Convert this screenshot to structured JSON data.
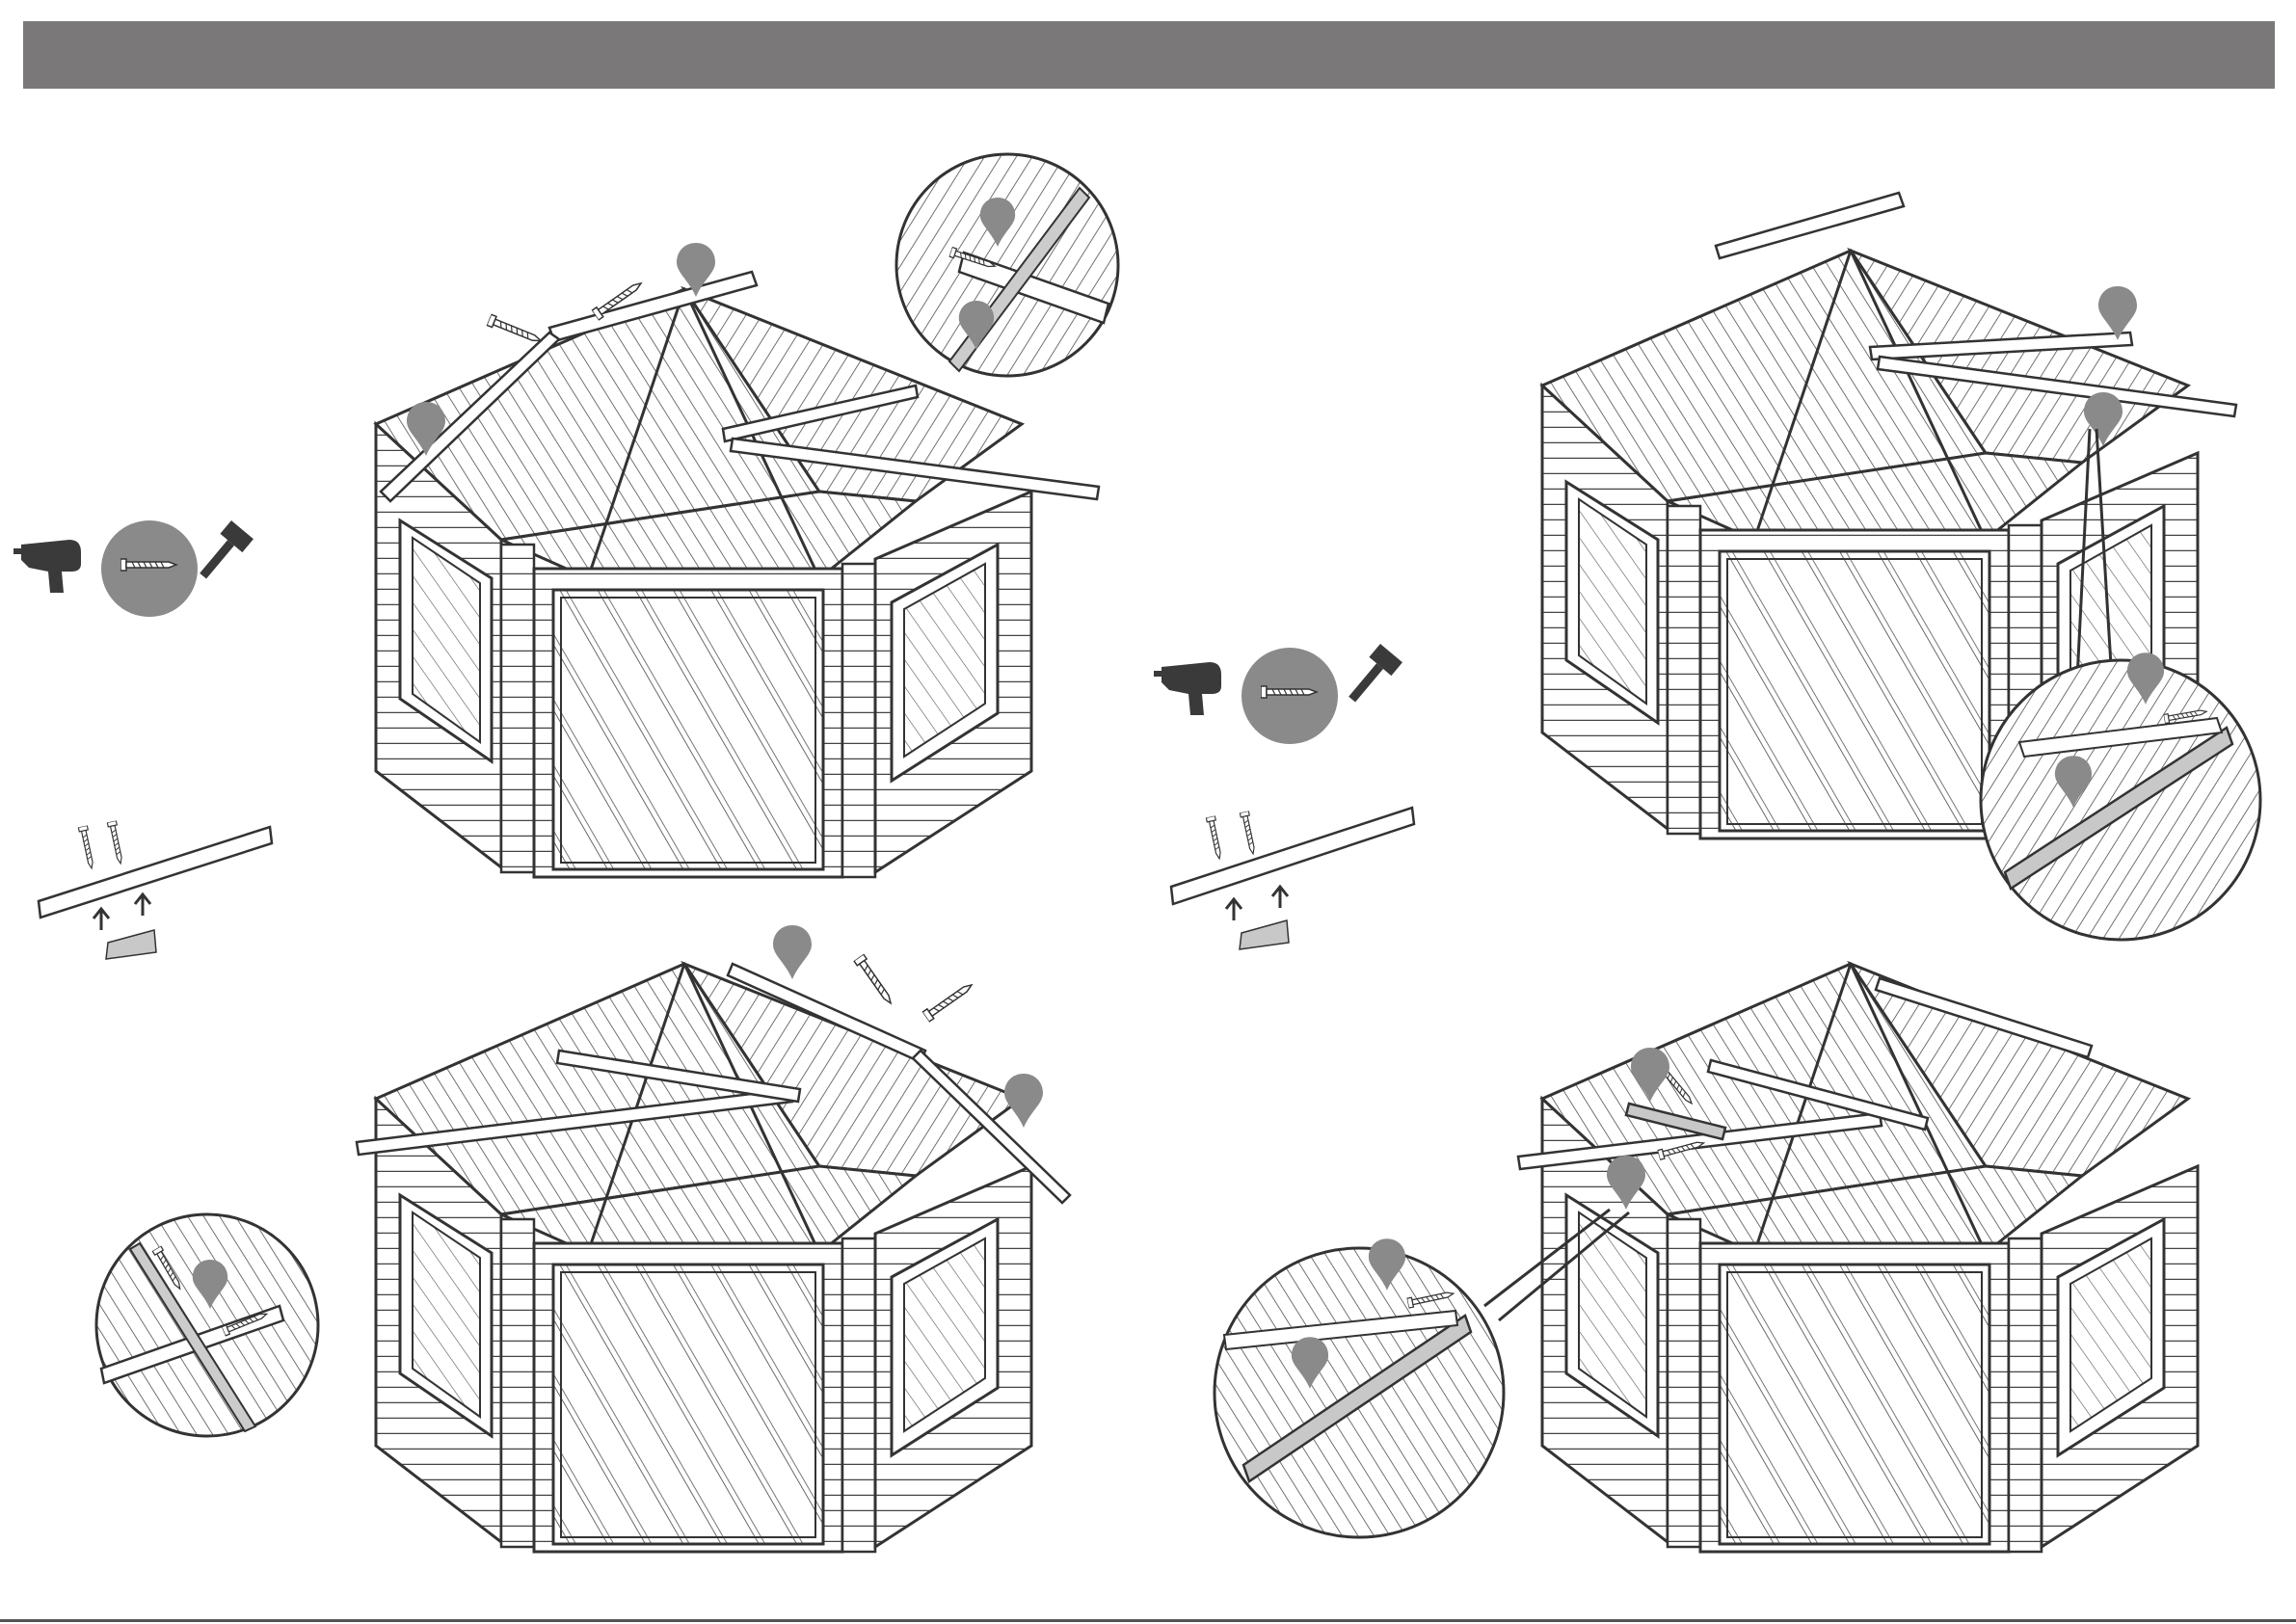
{
  "header": {
    "title": "",
    "bar_color": "#7a7879"
  },
  "colors": {
    "line": "#333333",
    "marker": "#8a8a8a",
    "part_fill": "#c8c8c8",
    "tool_fill": "#3a3a3a"
  },
  "steps": [
    {
      "name": "step-top-left",
      "tools": [
        "drill-icon",
        "screw-icon",
        "hammer-icon"
      ],
      "callout": "callout-magnifier"
    },
    {
      "name": "step-top-right",
      "tools": [
        "drill-icon",
        "screw-icon",
        "hammer-icon"
      ],
      "callout": "callout-magnifier"
    },
    {
      "name": "step-bottom-left",
      "callout": "callout-magnifier"
    },
    {
      "name": "step-bottom-right",
      "callout": "callout-magnifier"
    }
  ]
}
